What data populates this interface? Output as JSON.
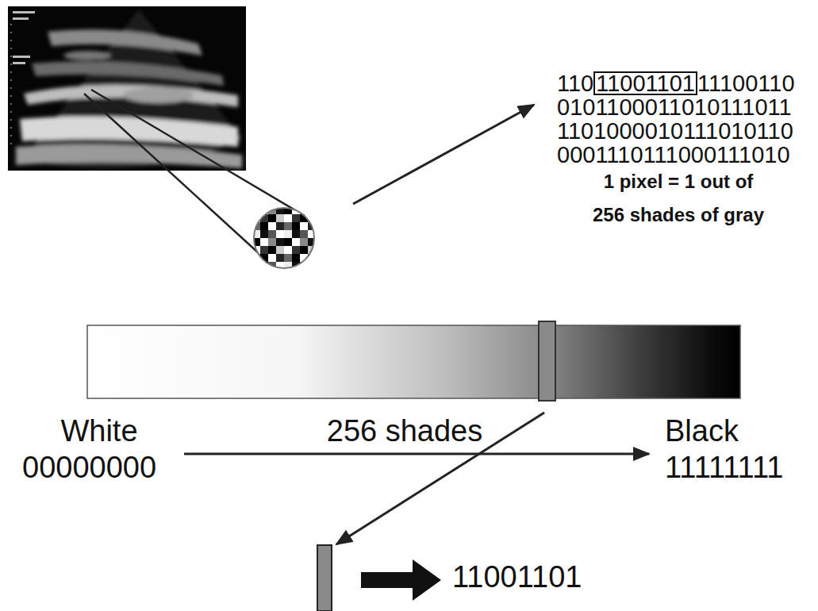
{
  "diagram": {
    "nodes": [
      {
        "text": [
          "11001101"
        ]
      }
    ],
    "labels": [
      "110",
      "11100110",
      "0101100011010111011",
      "1101000010111010110",
      "0001110111000111010",
      "1 pixel = 1 out of",
      "256 shades of gray",
      "White",
      "00000000",
      "256 shades",
      "Black",
      "11111111",
      "11001101"
    ]
  }
}
